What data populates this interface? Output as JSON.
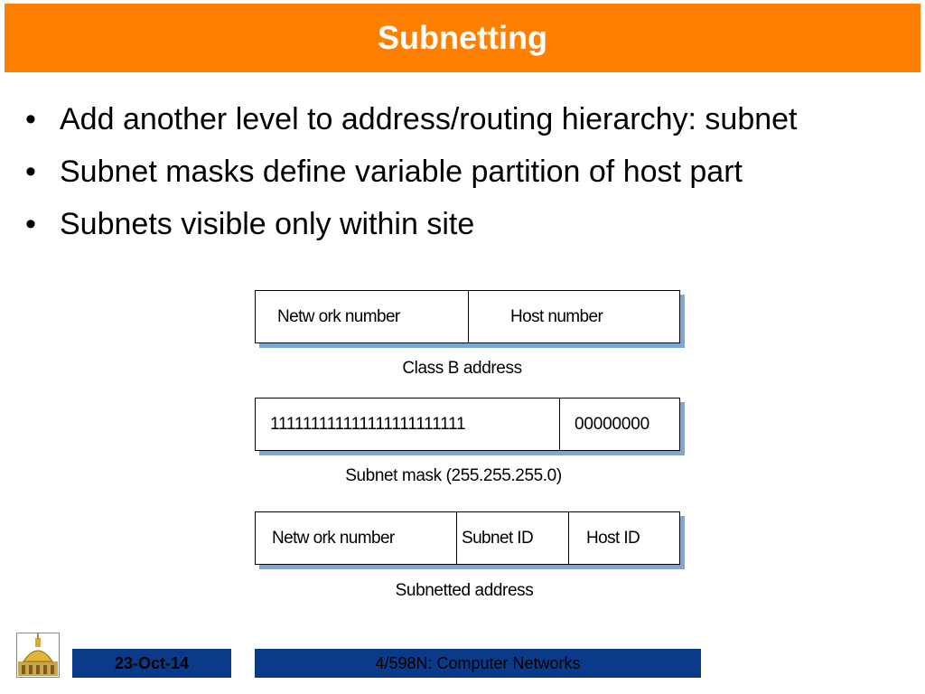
{
  "title": "Subnetting",
  "bullets": [
    "Add another level to address/routing hierarchy: subnet",
    "Subnet masks define variable partition of host part",
    "Subnets visible only within site"
  ],
  "bullet_symbol": "•",
  "diagram": {
    "class_b": {
      "network_label": "Netw ork number",
      "host_label": "Host number",
      "caption": "Class B address"
    },
    "mask": {
      "ones": "111111111111111111111111",
      "zeros": "00000000",
      "caption": "Subnet mask (255.255.255.0)"
    },
    "subnetted": {
      "network_label": "Netw ork number",
      "subnet_label": "Subnet ID",
      "host_label": "Host ID",
      "caption": "Subnetted address"
    }
  },
  "footer": {
    "date": "23-Oct-14",
    "course": "4/598N: Computer Networks"
  },
  "colors": {
    "title_bar": "#ff8000",
    "footer_bar": "#0a3a8a",
    "box_shadow": "#7aa7d4"
  }
}
